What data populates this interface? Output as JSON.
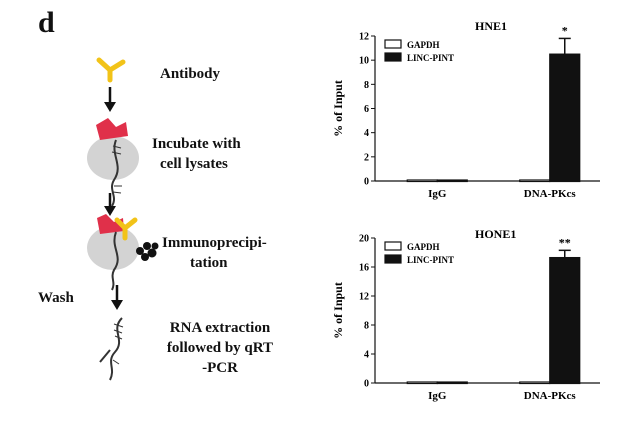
{
  "panel_label": "d",
  "workflow": {
    "steps": {
      "antibody": "Antibody",
      "incubate": [
        "Incubate with",
        "cell lysates"
      ],
      "ip": [
        "Immunoprecipi-",
        "tation"
      ],
      "wash": "Wash",
      "rna": [
        "RNA extraction",
        "followed by qRT",
        "-PCR"
      ]
    },
    "colors": {
      "antibody": "#f2c318",
      "protein": "#e0304a",
      "bead": "#d3d3d3",
      "rna": "#333333"
    }
  },
  "chart_data": [
    {
      "type": "bar",
      "title": "HNE1",
      "ylabel": "% of Input",
      "xlabel": "",
      "categories": [
        "IgG",
        "DNA-PKcs"
      ],
      "series": [
        {
          "name": "GAPDH",
          "values": [
            0.05,
            0.05
          ],
          "color": "#ffffff"
        },
        {
          "name": "LINC-PINT",
          "values": [
            0.05,
            10.5
          ],
          "errors": [
            0,
            1.3
          ],
          "color": "#111111"
        }
      ],
      "yticks": [
        0,
        2,
        4,
        6,
        8,
        10,
        12
      ],
      "ylim": [
        0,
        12
      ],
      "annotations": [
        {
          "category": "DNA-PKcs",
          "series": "LINC-PINT",
          "text": "*"
        }
      ],
      "legend_position": "top-left"
    },
    {
      "type": "bar",
      "title": "HONE1",
      "ylabel": "% of Input",
      "xlabel": "",
      "categories": [
        "IgG",
        "DNA-PKcs"
      ],
      "series": [
        {
          "name": "GAPDH",
          "values": [
            0.1,
            0.1
          ],
          "color": "#ffffff"
        },
        {
          "name": "LINC-PINT",
          "values": [
            0.1,
            17.3
          ],
          "errors": [
            0,
            1.0
          ],
          "color": "#111111"
        }
      ],
      "yticks": [
        0,
        4,
        8,
        12,
        16,
        20
      ],
      "ylim": [
        0,
        20
      ],
      "annotations": [
        {
          "category": "DNA-PKcs",
          "series": "LINC-PINT",
          "text": "**"
        }
      ],
      "legend_position": "top-left"
    }
  ]
}
